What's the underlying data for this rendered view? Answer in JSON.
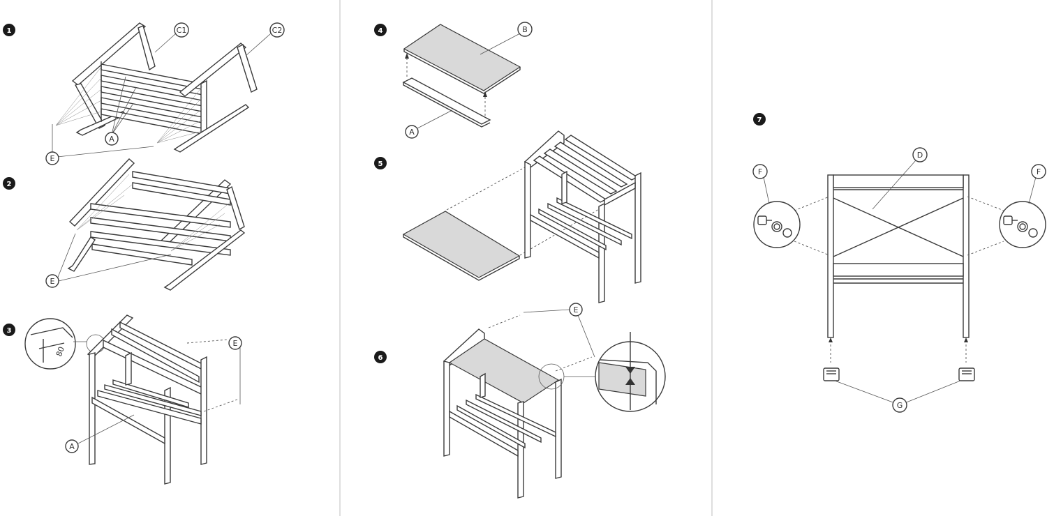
{
  "steps": [
    {
      "number": "1",
      "callouts": [
        "C1",
        "C2",
        "A",
        "E"
      ]
    },
    {
      "number": "2",
      "callouts": [
        "E"
      ]
    },
    {
      "number": "3",
      "callouts": [
        "E",
        "A"
      ],
      "detail_text": "80"
    },
    {
      "number": "4",
      "callouts": [
        "B",
        "A"
      ]
    },
    {
      "number": "5",
      "callouts": []
    },
    {
      "number": "6",
      "callouts": [
        "E"
      ]
    },
    {
      "number": "7",
      "callouts": [
        "D",
        "F",
        "F",
        "G"
      ]
    }
  ],
  "colors": {
    "line": "#3a3a3a",
    "board_fill": "#d9d9d9",
    "badge": "#1a1a1a",
    "divider": "#bdbdbd"
  }
}
